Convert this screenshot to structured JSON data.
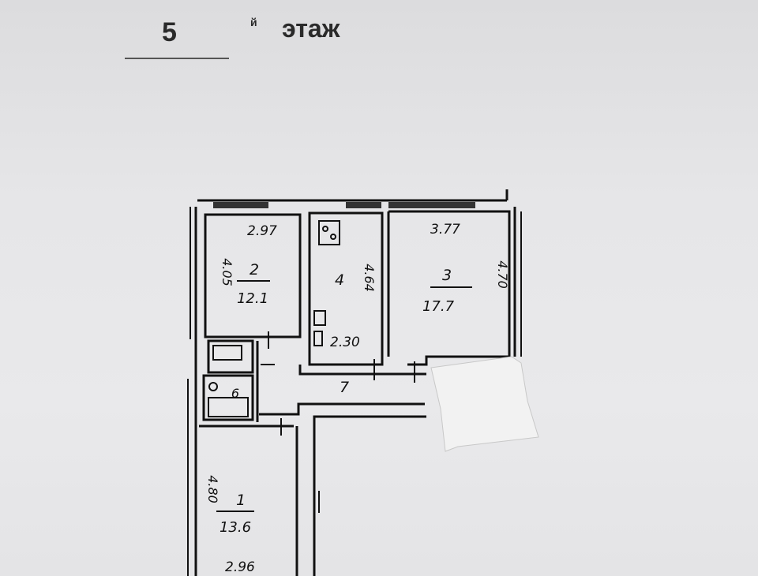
{
  "floor": {
    "number": "5",
    "suffix": "й",
    "word": "этаж"
  },
  "rooms": [
    {
      "id": "2",
      "area": "12.1",
      "width": "2.97",
      "length": "4.05"
    },
    {
      "id": "4",
      "length": "4.64",
      "width": "2.30"
    },
    {
      "id": "3",
      "area": "17.7",
      "width": "3.77",
      "length": "4.70"
    },
    {
      "id": "7"
    },
    {
      "id": "6"
    },
    {
      "id": "1",
      "area": "13.6",
      "length": "4.80",
      "width": "2.96"
    }
  ],
  "colors": {
    "paper": "#e6e6e8",
    "ink": "#111111",
    "sticker": "#f2f2f2"
  }
}
